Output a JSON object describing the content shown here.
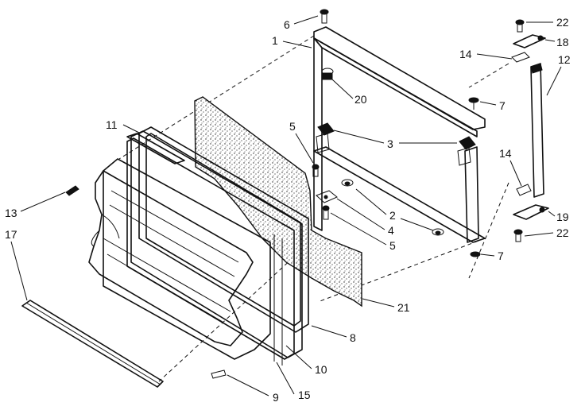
{
  "callouts": [
    {
      "id": "c1",
      "text": "1"
    },
    {
      "id": "c2",
      "text": "2"
    },
    {
      "id": "c3",
      "text": "3"
    },
    {
      "id": "c4",
      "text": "4"
    },
    {
      "id": "c5a",
      "text": "5"
    },
    {
      "id": "c5b",
      "text": "5"
    },
    {
      "id": "c6",
      "text": "6"
    },
    {
      "id": "c7a",
      "text": "7"
    },
    {
      "id": "c7b",
      "text": "7"
    },
    {
      "id": "c8",
      "text": "8"
    },
    {
      "id": "c9",
      "text": "9"
    },
    {
      "id": "c10",
      "text": "10"
    },
    {
      "id": "c11",
      "text": "11"
    },
    {
      "id": "c12",
      "text": "12"
    },
    {
      "id": "c13",
      "text": "13"
    },
    {
      "id": "c14a",
      "text": "14"
    },
    {
      "id": "c14b",
      "text": "14"
    },
    {
      "id": "c15",
      "text": "15"
    },
    {
      "id": "c17",
      "text": "17"
    },
    {
      "id": "c18",
      "text": "18"
    },
    {
      "id": "c19",
      "text": "19"
    },
    {
      "id": "c20",
      "text": "20"
    },
    {
      "id": "c21",
      "text": "21"
    },
    {
      "id": "c22a",
      "text": "22"
    },
    {
      "id": "c22b",
      "text": "22"
    }
  ]
}
